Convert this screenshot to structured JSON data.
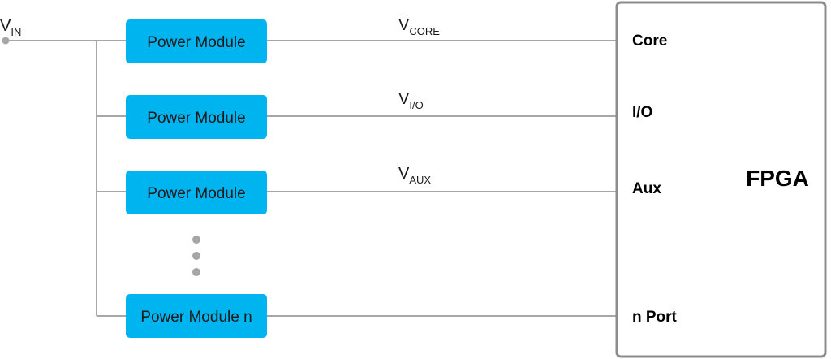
{
  "colors": {
    "module_fill": "#00b4f0",
    "wire": "#a6a6a6",
    "fpga_border": "#8c8c8c",
    "dot": "#a6a6a6"
  },
  "input": {
    "symbol": "V",
    "subscript": "IN"
  },
  "modules": [
    {
      "label": "Power Module"
    },
    {
      "label": "Power Module"
    },
    {
      "label": "Power Module"
    },
    {
      "label": "Power Module n"
    }
  ],
  "rails": [
    {
      "symbol": "V",
      "subscript": "CORE"
    },
    {
      "symbol": "V",
      "subscript": "I/O"
    },
    {
      "symbol": "V",
      "subscript": "AUX"
    }
  ],
  "fpga": {
    "label": "FPGA",
    "ports": [
      {
        "label": "Core"
      },
      {
        "label": "I/O"
      },
      {
        "label": "Aux"
      },
      {
        "label": "n Port"
      }
    ]
  }
}
